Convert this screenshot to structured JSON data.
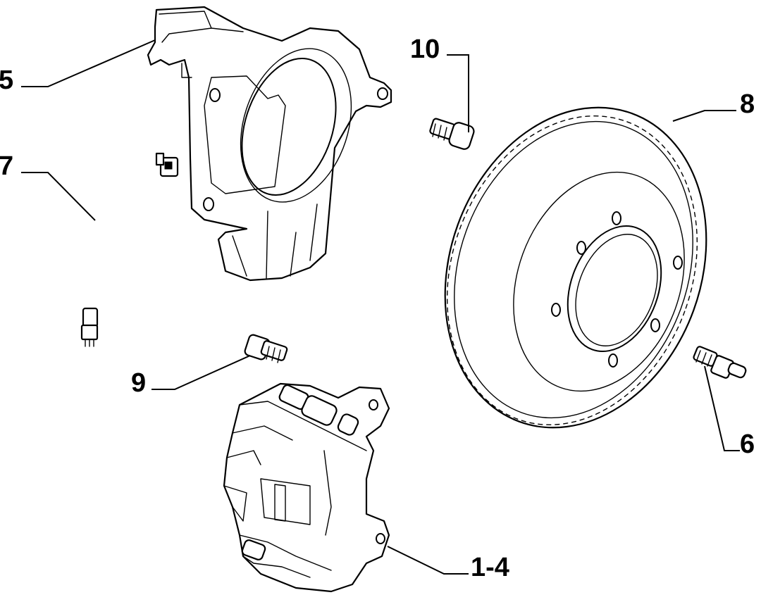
{
  "callouts": {
    "c1": "1-4",
    "c5": "5",
    "c6": "6",
    "c7": "7",
    "c8": "8",
    "c9": "9",
    "c10": "10"
  },
  "colors": {
    "line": "#000000",
    "background": "#ffffff"
  }
}
